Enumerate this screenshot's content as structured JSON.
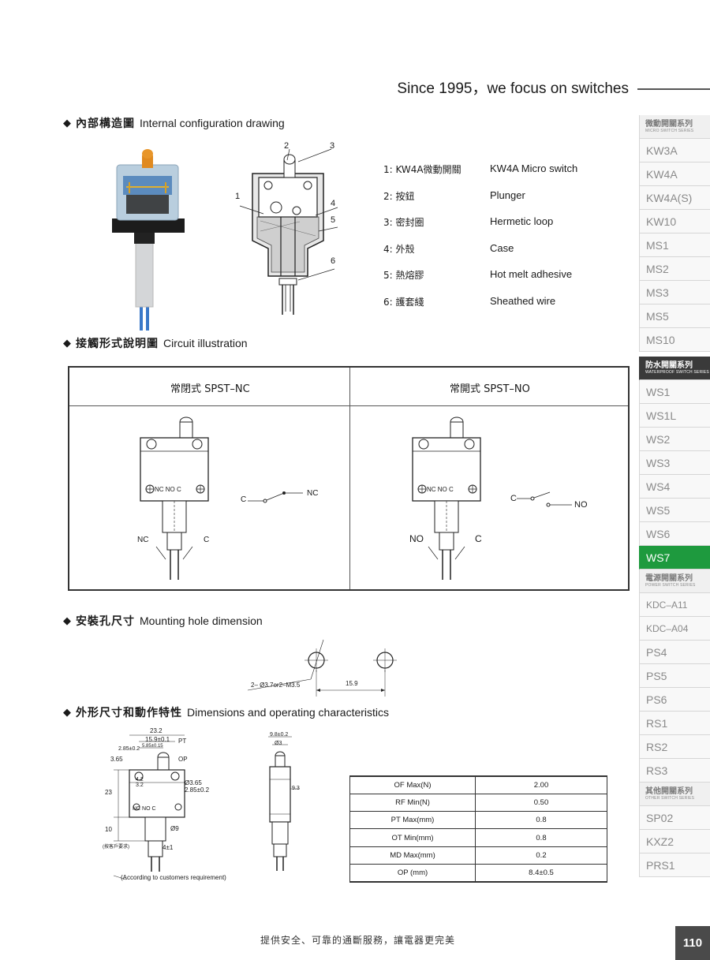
{
  "header": {
    "slogan": "Since 1995，we focus on switches"
  },
  "sections": {
    "internal": {
      "zh": "內部構造圖",
      "en": "Internal configuration drawing"
    },
    "circuit": {
      "zh": "接觸形式說明圖",
      "en": "Circuit illustration"
    },
    "mounting": {
      "zh": "安裝孔尺寸",
      "en": "Mounting hole dimension"
    },
    "dimensions": {
      "zh": "外形尺寸和動作特性",
      "en": "Dimensions and operating characteristics"
    }
  },
  "parts": [
    {
      "zh": "1: KW4A微動開關",
      "en": "KW4A Micro switch"
    },
    {
      "zh": "2: 按鈕",
      "en": "Plunger"
    },
    {
      "zh": "3: 密封圈",
      "en": "Hermetic loop"
    },
    {
      "zh": "4: 外殼",
      "en": "Case"
    },
    {
      "zh": "5: 熱熔膠",
      "en": "Hot melt adhesive"
    },
    {
      "zh": "6: 護套綫",
      "en": "Sheathed wire"
    }
  ],
  "drawing_callouts": [
    "1",
    "2",
    "3",
    "4",
    "5",
    "6"
  ],
  "circuit": {
    "nc_title": "常閉式 SPST–NC",
    "no_title": "常開式 SPST–NO",
    "terminal_labels": "NC  NO  C",
    "c": "C",
    "nc": "NC",
    "no": "NO"
  },
  "mounting": {
    "hole_label": "2– Ø3.7or2–M3.5",
    "spacing": "15.9"
  },
  "dimension_labels": {
    "d23_2": "23.2",
    "d15_9": "15.9±0.1",
    "d5_85": "5.85±0.15",
    "pt": "PT",
    "op": "OP",
    "d3_65v": "3.65",
    "d2_85v": "2.85±0.2",
    "d4_2": "4.2",
    "d3_2": "3.2",
    "hole_d": "Ø3.65",
    "hole_off": "2.85±0.2",
    "d23": "23",
    "d10": "10",
    "d9": "Ø9",
    "d4": "4±1",
    "cust_zh": "(按客戶要求)",
    "cust_en": "(According to customers requirement)",
    "side_w": "9.8±0.2",
    "side_p": "Ø3",
    "side_h": "9.3"
  },
  "specs": [
    {
      "label": "OF Max(N)",
      "value": "2.00"
    },
    {
      "label": "RF Min(N)",
      "value": "0.50"
    },
    {
      "label": "PT Max(mm)",
      "value": "0.8"
    },
    {
      "label": "OT Min(mm)",
      "value": "0.8"
    },
    {
      "label": "MD Max(mm)",
      "value": "0.2"
    },
    {
      "label": "OP (mm)",
      "value": "8.4±0.5"
    }
  ],
  "sidebar": [
    {
      "type": "cat",
      "zh": "微動開關系列",
      "en": "MICRO SWITCH SERIES",
      "dark": false
    },
    {
      "type": "item",
      "label": "KW3A"
    },
    {
      "type": "item",
      "label": "KW4A"
    },
    {
      "type": "item",
      "label": "KW4A(S)"
    },
    {
      "type": "item",
      "label": "KW10"
    },
    {
      "type": "item",
      "label": "MS1"
    },
    {
      "type": "item",
      "label": "MS2"
    },
    {
      "type": "item",
      "label": "MS3"
    },
    {
      "type": "item",
      "label": "MS5"
    },
    {
      "type": "item",
      "label": "MS10"
    },
    {
      "type": "cat",
      "zh": "防水開關系列",
      "en": "WATERPROOF SWITCH SERIES",
      "dark": true
    },
    {
      "type": "item",
      "label": "WS1"
    },
    {
      "type": "item",
      "label": "WS1L"
    },
    {
      "type": "item",
      "label": "WS2"
    },
    {
      "type": "item",
      "label": "WS3"
    },
    {
      "type": "item",
      "label": "WS4"
    },
    {
      "type": "item",
      "label": "WS5"
    },
    {
      "type": "item",
      "label": "WS6"
    },
    {
      "type": "item",
      "label": "WS7",
      "active": true
    },
    {
      "type": "cat",
      "zh": "電源開關系列",
      "en": "POWER SWITCH SERIES",
      "dark": false
    },
    {
      "type": "item",
      "label": "KDC–A11"
    },
    {
      "type": "item",
      "label": "KDC–A04"
    },
    {
      "type": "item",
      "label": "PS4"
    },
    {
      "type": "item",
      "label": "PS5"
    },
    {
      "type": "item",
      "label": "PS6"
    },
    {
      "type": "item",
      "label": "RS1"
    },
    {
      "type": "item",
      "label": "RS2"
    },
    {
      "type": "item",
      "label": "RS3"
    },
    {
      "type": "cat",
      "zh": "其他開關系列",
      "en": "OTHER SWITCH SERIES",
      "dark": false
    },
    {
      "type": "item",
      "label": "SP02"
    },
    {
      "type": "item",
      "label": "KXZ2"
    },
    {
      "type": "item",
      "label": "PRS1"
    }
  ],
  "footer": {
    "text": "提供安全、可靠的通斷服務，讓電器更完美",
    "page": "110"
  }
}
